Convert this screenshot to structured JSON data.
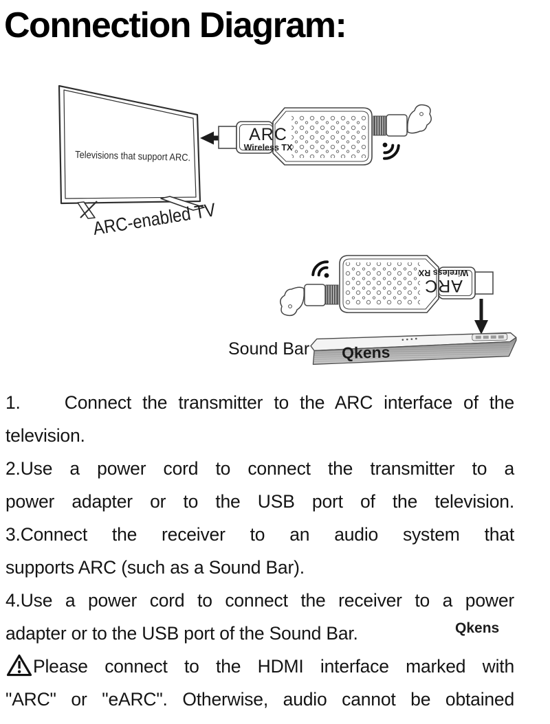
{
  "page": {
    "title": "Connection Diagram:"
  },
  "diagram": {
    "tv": {
      "screen_label": "Televisions that support ARC.",
      "caption": "ARC-enabled TV"
    },
    "transmitter": {
      "name": "ARC",
      "sub": "Wireless TX"
    },
    "receiver": {
      "name": "ARC",
      "sub": "Wireless RX"
    },
    "soundbar": {
      "label": "Sound Bar",
      "brand": "Qkens"
    }
  },
  "instructions": [
    {
      "lines": [
        "1.    Connect the transmitter to the ARC interface of the",
        "television."
      ]
    },
    {
      "lines": [
        "2.Use a power cord to connect the transmitter to a",
        "power adapter or to the USB port of the television."
      ]
    },
    {
      "lines": [
        "3.Connect the receiver to an audio system that",
        "supports ARC (such as a Sound Bar)."
      ]
    },
    {
      "lines": [
        "4.Use a power cord to connect the receiver to a power",
        "adapter or to the USB port of the Sound Bar."
      ]
    }
  ],
  "watermark": "Qkens",
  "note": {
    "lines": [
      "Please connect to the HDMI interface marked with",
      "\"ARC\" or \"eARC\". Otherwise, audio cannot be obtained"
    ]
  }
}
